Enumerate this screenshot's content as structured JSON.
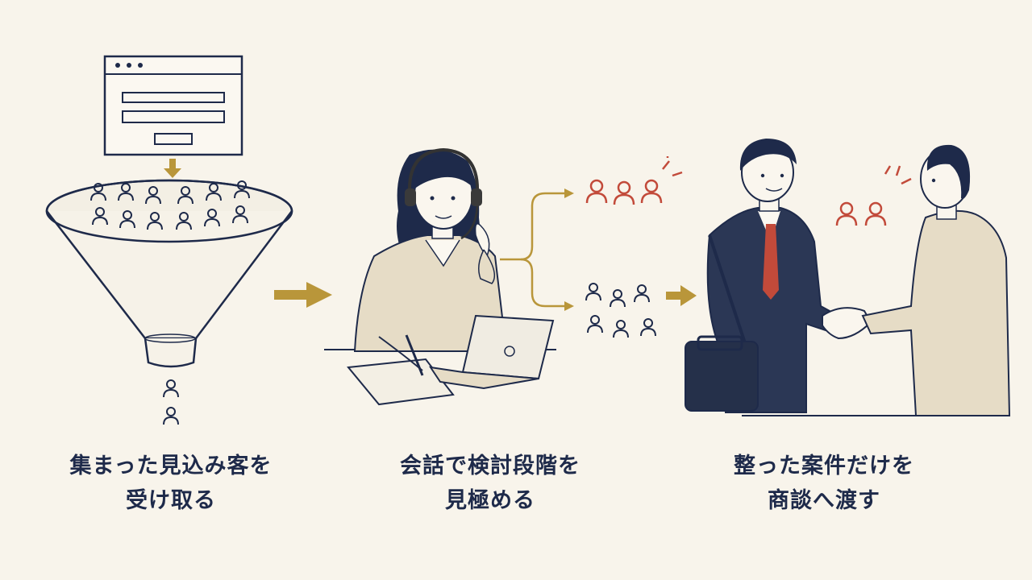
{
  "steps": [
    {
      "line1": "集まった見込み客を",
      "line2": "受け取る"
    },
    {
      "line1": "会話で検討段階を",
      "line2": "見極める"
    },
    {
      "line1": "整った案件だけを",
      "line2": "商談へ渡す"
    }
  ],
  "colors": {
    "navy": "#1e2a4a",
    "gold": "#b9963a",
    "red": "#c24a3a",
    "background": "#f8f4eb"
  },
  "icons": {
    "web_form": "browser-form-icon",
    "funnel": "funnel-icon",
    "operator": "headset-operator-icon",
    "handshake": "handshake-icon"
  }
}
